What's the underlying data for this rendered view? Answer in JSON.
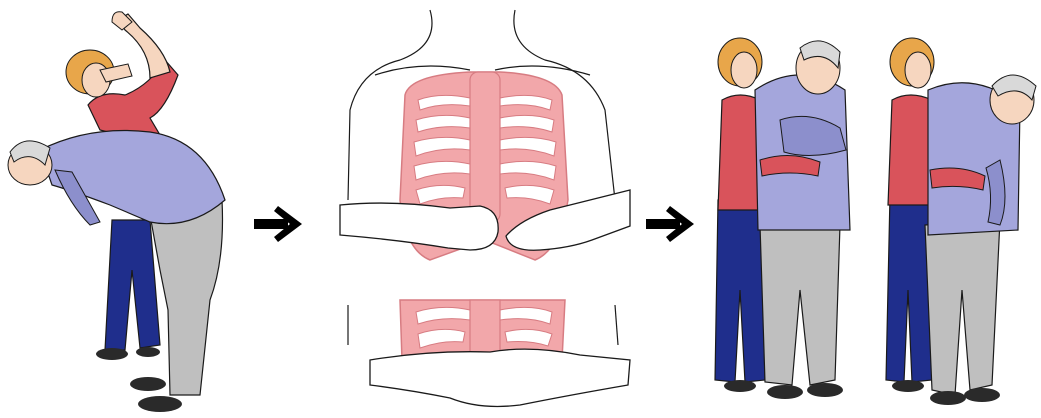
{
  "figure": {
    "steps": [
      "back-blows",
      "hand-position",
      "abdominal-thrusts"
    ]
  },
  "colors": {
    "rib": "#f2a7aa",
    "rib_stroke": "#d77c82",
    "sweater": "#a4a6dc",
    "sweater_shade": "#8c8fcc",
    "pants": "#bfbfbf",
    "jeans": "#1f2e8c",
    "red_top": "#d9535b",
    "skin": "#f6d6bf",
    "hair_blonde": "#e8a64a",
    "hair_grey": "#d9d9d9",
    "shoe": "#2a2a2a",
    "outline": "#1a1a1a",
    "arrow": "#000000"
  },
  "icons": {
    "arrow_1": "right-arrow-icon",
    "arrow_2": "right-arrow-icon"
  }
}
